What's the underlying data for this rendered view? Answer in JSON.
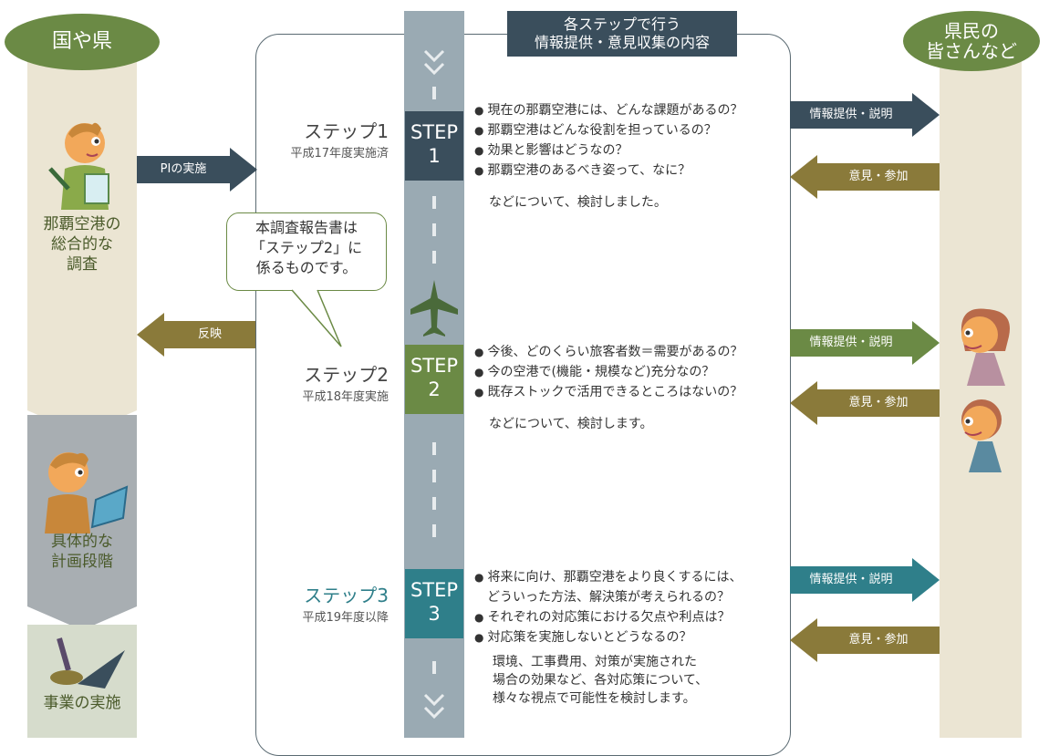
{
  "left_header": "国や県",
  "right_header": "県民の\n皆さんなど",
  "center_header": "各ステップで行う\n情報提供・意見収集の内容",
  "left_stage1": "那覇空港の\n総合的な\n調査",
  "left_stage2": "具体的な\n計画段階",
  "left_stage3": "事業の実施",
  "pi_arrow": "PIの実施",
  "feedback_arrow": "反映",
  "callout": "本調査報告書は\n「ステップ2」に\n係るものです。",
  "steps": [
    {
      "name": "ステップ1",
      "period": "平成17年度実施済",
      "box": "STEP\n1",
      "bullets": [
        "現在の那覇空港には、どんな課題があるの？",
        "那覇空港はどんな役割を担っているの？",
        "効果と影響はどうなの？",
        "那覇空港のあるべき姿って、なに？"
      ],
      "note": "などについて、検討しました。",
      "info": "情報提供・説明",
      "opinion": "意見・参加"
    },
    {
      "name": "ステップ2",
      "period": "平成18年度実施",
      "box": "STEP\n2",
      "bullets": [
        "今後、どのくらい旅客者数＝需要があるの？",
        "今の空港で(機能・規模など)充分なの？",
        "既存ストックで活用できるところはないの？"
      ],
      "note": "などについて、検討します。",
      "info": "情報提供・説明",
      "opinion": "意見・参加"
    },
    {
      "name": "ステップ3",
      "period": "平成19年度以降",
      "box": "STEP\n3",
      "bullets": [
        "将来に向け、那覇空港をより良くするには、\n　どういった方法、解決策が考えられるの？",
        "それぞれの対応策における欠点や利点は？",
        "対応策を実施しないとどうなるの？"
      ],
      "note": "環境、工事費用、対策が実施された\n場合の効果など、各対応策について、\n様々な視点で可能性を検討します。",
      "info": "情報提供・説明",
      "opinion": "意見・参加"
    }
  ],
  "colors": {
    "green": "#6b8a45",
    "olive": "#8a7a3a",
    "slate": "#3a4e5c",
    "teal": "#2f7f8a",
    "beige": "#ebe5d3",
    "runway": "#9aaab3"
  }
}
